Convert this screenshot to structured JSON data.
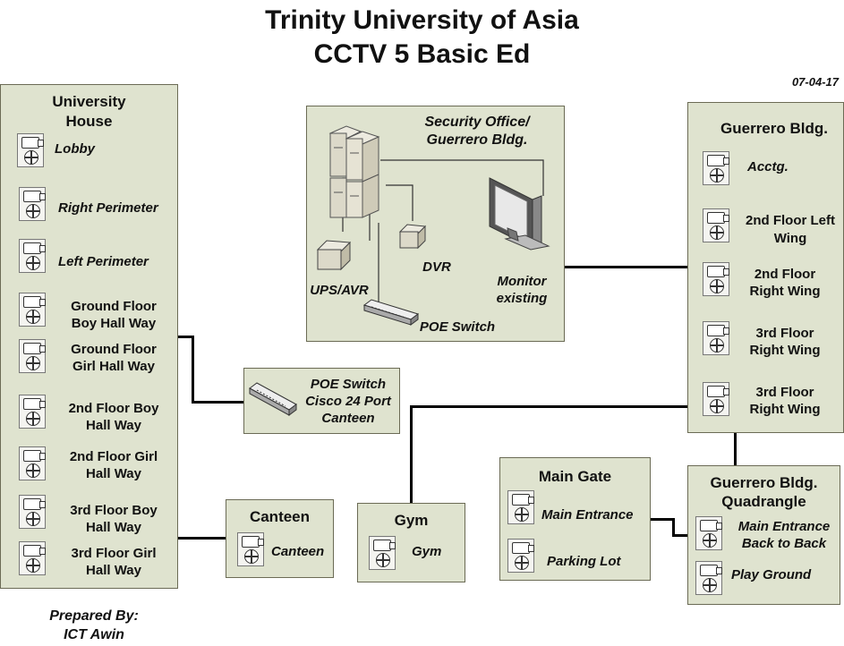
{
  "title_line1": "Trinity University of Asia",
  "title_line2": "CCTV 5 Basic Ed",
  "date": "07-04-17",
  "university_house": {
    "title_line1": "University",
    "title_line2": "House",
    "cameras": [
      {
        "l1": "Lobby",
        "l2": ""
      },
      {
        "l1": "Right Perimeter",
        "l2": ""
      },
      {
        "l1": "Left Perimeter",
        "l2": ""
      },
      {
        "l1": "Ground Floor",
        "l2": "Boy Hall Way"
      },
      {
        "l1": "Ground Floor",
        "l2": "Girl Hall Way"
      },
      {
        "l1": "2nd Floor Boy",
        "l2": "Hall Way"
      },
      {
        "l1": "2nd Floor Girl",
        "l2": "Hall Way"
      },
      {
        "l1": "3rd Floor Boy",
        "l2": "Hall Way"
      },
      {
        "l1": "3rd Floor Girl",
        "l2": "Hall Way"
      }
    ]
  },
  "security_office": {
    "title_line1": "Security Office/",
    "title_line2": "Guerrero Bldg.",
    "ups": "UPS/AVR",
    "dvr": "DVR",
    "monitor_line1": "Monitor",
    "monitor_line2": "existing",
    "poe": "POE Switch",
    "icons": [
      "server-icon",
      "ups-icon",
      "dvr-icon",
      "monitor-icon",
      "switch-icon"
    ]
  },
  "poe_canteen": {
    "line1": "POE Switch",
    "line2": "Cisco 24 Port",
    "line3": "Canteen"
  },
  "guerrero": {
    "title": "Guerrero Bldg.",
    "cameras": [
      {
        "l1": "Acctg.",
        "l2": ""
      },
      {
        "l1": "2nd Floor Left",
        "l2": "Wing"
      },
      {
        "l1": "2nd Floor",
        "l2": "Right Wing"
      },
      {
        "l1": "3rd Floor",
        "l2": "Right Wing"
      },
      {
        "l1": "3rd Floor",
        "l2": "Right Wing"
      }
    ]
  },
  "canteen": {
    "title": "Canteen",
    "camera": "Canteen"
  },
  "gym": {
    "title": "Gym",
    "camera": "Gym"
  },
  "main_gate": {
    "title": "Main Gate",
    "cam1": "Main Entrance",
    "cam2": "Parking Lot"
  },
  "quadrangle": {
    "title_line1": "Guerrero Bldg.",
    "title_line2": "Quadrangle",
    "cam1_line1": "Main Entrance",
    "cam1_line2": "Back to Back",
    "cam2": "Play Ground"
  },
  "prepared_line1": "Prepared By:",
  "prepared_line2": "ICT Awin",
  "colors": {
    "box_fill": "#dfe3cf",
    "box_border": "#6b6b55",
    "wire": "#000000"
  }
}
